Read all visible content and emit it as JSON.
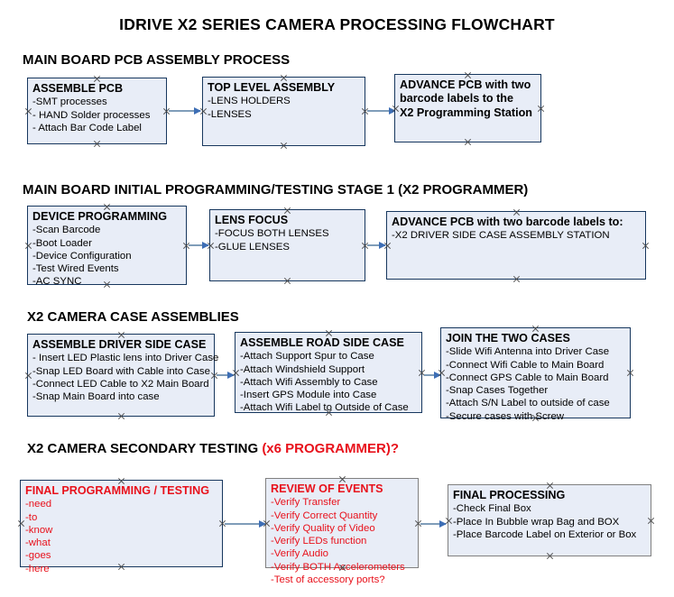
{
  "title": "IDRIVE X2  SERIES CAMERA PROCESSING FLOWCHART",
  "sections": [
    {
      "heading": "MAIN BOARD PCB ASSEMBLY PROCESS",
      "heading_accent": "",
      "nodes": [
        {
          "title": "ASSEMBLE PCB",
          "lines": [
            "-SMT processes",
            "- HAND Solder processes",
            "- Attach Bar Code Label"
          ]
        },
        {
          "title": "TOP LEVEL ASSEMBLY",
          "lines": [
            "-LENS HOLDERS",
            "-LENSES"
          ]
        },
        {
          "title": "ADVANCE PCB with two",
          "lines": [
            "barcode labels to the",
            " X2 Programming Station"
          ]
        }
      ]
    },
    {
      "heading": "MAIN BOARD INITIAL PROGRAMMING/TESTING STAGE 1 (X2 PROGRAMMER)",
      "heading_accent": "",
      "nodes": [
        {
          "title": "DEVICE PROGRAMMING",
          "lines": [
            "-Scan Barcode",
            "-Boot Loader",
            "-Device Configuration",
            "-Test Wired Events",
            "-AC SYNC"
          ]
        },
        {
          "title": "LENS FOCUS",
          "lines": [
            "-FOCUS BOTH LENSES",
            "-GLUE LENSES"
          ]
        },
        {
          "title": "ADVANCE PCB with two barcode labels to:",
          "lines": [
            "-X2 DRIVER  SIDE  CASE  ASSEMBLY STATION"
          ]
        }
      ]
    },
    {
      "heading": "X2 CAMERA CASE ASSEMBLIES",
      "heading_accent": "",
      "nodes": [
        {
          "title": "ASSEMBLE DRIVER SIDE CASE",
          "lines": [
            "- Insert LED Plastic lens into Driver Case",
            "-Snap LED Board with Cable into Case",
            "-Connect LED Cable to X2 Main Board",
            "-Snap Main Board into case"
          ]
        },
        {
          "title": "ASSEMBLE ROAD SIDE CASE",
          "lines": [
            "-Attach Support Spur to Case",
            "-Attach Windshield Support",
            "-Attach Wifi Assembly to Case",
            "-Insert GPS Module into Case",
            "-Attach Wifi Label to Outside of Case"
          ]
        },
        {
          "title": "JOIN THE TWO CASES",
          "lines": [
            "-Slide Wifi Antenna into Driver Case",
            "-Connect Wifi Cable to Main Board",
            "-Connect GPS Cable to Main Board",
            "-Snap Cases Together",
            "-Attach S/N Label to outside of case",
            "-Secure cases with Screw"
          ]
        }
      ]
    },
    {
      "heading": "X2 CAMERA SECONDARY TESTING ",
      "heading_accent": "(x6 PROGRAMMER)?",
      "nodes": [
        {
          "title": "FINAL PROGRAMMING / TESTING",
          "lines": [
            "-need",
            "-to",
            "-know",
            "-what",
            "-goes",
            "-here"
          ]
        },
        {
          "title": "REVIEW OF EVENTS",
          "lines": [
            "-Verify Transfer",
            "-Verify Correct Quantity",
            "-Verify Quality of Video",
            "-Verify LEDs function",
            "-Verify Audio",
            "-Verify BOTH Accelerometers",
            "-Test of accessory ports?"
          ]
        },
        {
          "title": "FINAL PROCESSING",
          "lines": [
            " -Check Final Box",
            "-Place In Bubble wrap Bag and BOX",
            "-Place Barcode Label on Exterior or Box"
          ]
        }
      ]
    }
  ],
  "colors": {
    "node_fill": "#e8edf7",
    "node_border": "#17375e",
    "accent_red": "#e8111b",
    "connector": "#7f9db9",
    "arrowhead": "#3d6eb5"
  }
}
